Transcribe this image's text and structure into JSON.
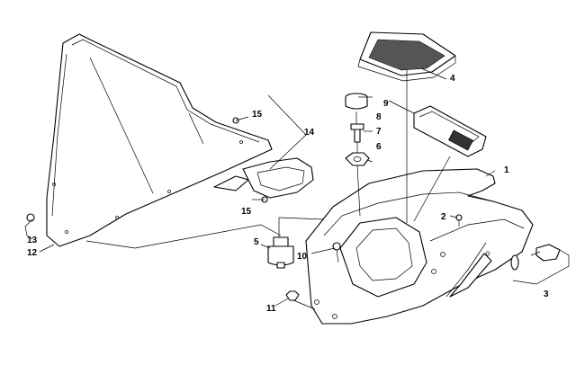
{
  "callouts": [
    {
      "id": "c1",
      "text": "1"
    },
    {
      "id": "c2",
      "text": "2"
    },
    {
      "id": "c3",
      "text": "3"
    },
    {
      "id": "c4",
      "text": "4"
    },
    {
      "id": "c5",
      "text": "5"
    },
    {
      "id": "c6",
      "text": "6"
    },
    {
      "id": "c7",
      "text": "7"
    },
    {
      "id": "c8",
      "text": "8"
    },
    {
      "id": "c9",
      "text": "9"
    },
    {
      "id": "c10",
      "text": "10"
    },
    {
      "id": "c11",
      "text": "11"
    },
    {
      "id": "c12",
      "text": "12"
    },
    {
      "id": "c13",
      "text": "13"
    },
    {
      "id": "c14",
      "text": "14"
    },
    {
      "id": "c15a",
      "text": "15"
    },
    {
      "id": "c15b",
      "text": "15"
    }
  ]
}
